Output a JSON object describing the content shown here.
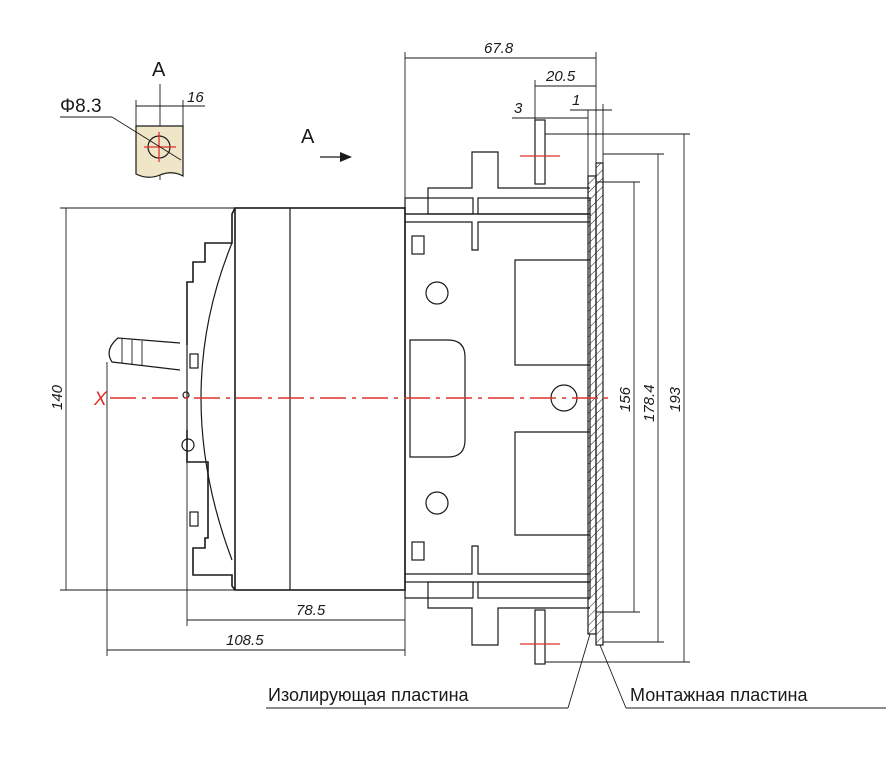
{
  "dimensions": {
    "d678": "67.8",
    "d205": "20.5",
    "d3": "3",
    "d1": "1",
    "d16": "16",
    "hole": "Φ8.3",
    "d140": "140",
    "d156": "156",
    "d1784": "178.4",
    "d193": "193",
    "d785": "78.5",
    "d1085": "108.5"
  },
  "labels": {
    "view_a_top": "A",
    "view_a_arrow": "A",
    "axis_x": "X",
    "insulating_plate": "Изолирующая пластина",
    "mounting_plate": "Монтажная пластина"
  },
  "colors": {
    "line": "#1a1a1a",
    "axis": "#e0302a"
  }
}
